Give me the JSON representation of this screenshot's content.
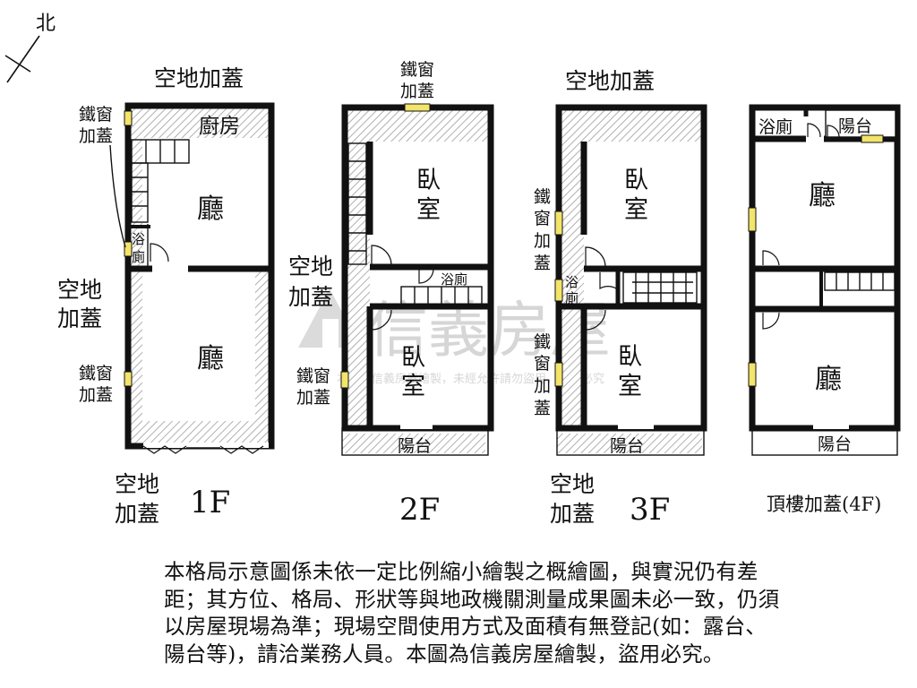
{
  "compass": {
    "label": "北"
  },
  "watermark": {
    "brand": "信義房屋",
    "note": "本圖為信義房屋繪製，未經允許請勿盜用，違者必究"
  },
  "floors": {
    "f1": {
      "name": "1F",
      "rooms": {
        "kitchen": "廚房",
        "hall_top": "廳",
        "bath_a": "浴",
        "bath_b": "廁",
        "hall_bottom": "廳"
      },
      "annotations": {
        "top": "空地加蓋",
        "window_top_a": "鐵窗",
        "window_top_b": "加蓋",
        "side_a": "空地",
        "side_b": "加蓋",
        "window_bottom_a": "鐵窗",
        "window_bottom_b": "加蓋",
        "bottom_a": "空地",
        "bottom_b": "加蓋"
      }
    },
    "f2": {
      "name": "2F",
      "rooms": {
        "bed_top_a": "臥",
        "bed_top_b": "室",
        "bath": "浴廁",
        "bed_bottom_a": "臥",
        "bed_bottom_b": "室",
        "balcony": "陽台"
      },
      "annotations": {
        "window_top_a": "鐵窗",
        "window_top_b": "加蓋",
        "side_a": "空地",
        "side_b": "加蓋",
        "window_side_a": "鐵窗",
        "window_side_b": "加蓋"
      }
    },
    "f3": {
      "name": "3F",
      "rooms": {
        "bed_top_a": "臥",
        "bed_top_b": "室",
        "bath_a": "浴",
        "bath_b": "廁",
        "bed_bottom_a": "臥",
        "bed_bottom_b": "室",
        "balcony": "陽台"
      },
      "annotations": {
        "top": "空地加蓋",
        "window_top": [
          "鐵",
          "窗",
          "加",
          "蓋"
        ],
        "window_bottom": [
          "鐵",
          "窗",
          "加",
          "蓋"
        ],
        "bottom_a": "空地",
        "bottom_b": "加蓋"
      }
    },
    "f4": {
      "name": "頂樓加蓋(4F)",
      "rooms": {
        "bath": "浴廁",
        "balcony_top": "陽台",
        "hall_top": "廳",
        "hall_bottom": "廳",
        "balcony_bottom": "陽台"
      }
    }
  },
  "disclaimer": [
    "本格局示意圖係未依一定比例縮小繪製之概繪圖，與實況仍有差",
    "距；其方位、格局、形狀等與地政機關測量成果圖未必一致，仍須",
    "以房屋現場為準；現場空間使用方式及面積有無登記(如：露台、",
    "陽台等)，請洽業務人員。本圖為信義房屋繪製，盜用必究。"
  ]
}
